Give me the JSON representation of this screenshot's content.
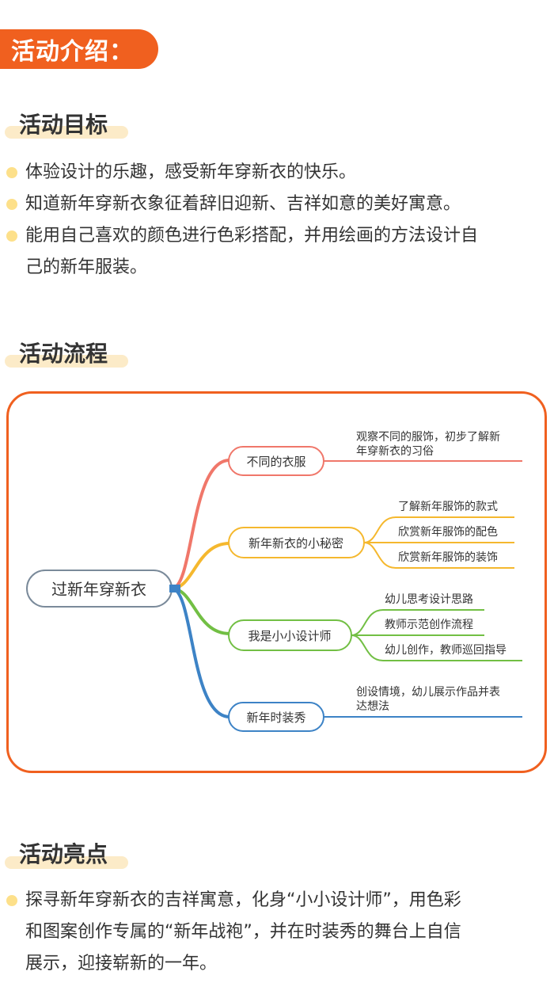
{
  "main_badge": "活动介绍：",
  "goals": {
    "title": "活动目标",
    "items": [
      "体验设计的乐趣，感受新年穿新衣的快乐。",
      "知道新年穿新衣象征着辞旧迎新、吉祥如意的美好寓意。",
      "能用自己喜欢的颜色进行色彩搭配，并用绘画的方法设计自",
      "己的新年服装。"
    ]
  },
  "process": {
    "title": "活动流程",
    "root": "过新年穿新衣",
    "branches": [
      {
        "label": "不同的衣服",
        "color": "#f0776a",
        "leaves": [
          "观察不同的服饰，初步了解新",
          "年穿新衣的习俗"
        ]
      },
      {
        "label": "新年新衣的小秘密",
        "color": "#f5b82e",
        "leaves": [
          "了解新年服饰的款式",
          "欣赏新年服饰的配色",
          "欣赏新年服饰的装饰"
        ]
      },
      {
        "label": "我是小小设计师",
        "color": "#72bf44",
        "leaves": [
          "幼儿思考设计思路",
          "教师示范创作流程",
          "幼儿创作，教师巡回指导"
        ]
      },
      {
        "label": "新年时装秀",
        "color": "#3d83c6",
        "leaves": [
          "创设情境，幼儿展示作品并表",
          "达想法"
        ]
      }
    ]
  },
  "highlights": {
    "title": "活动亮点",
    "lines": [
      "探寻新年穿新衣的吉祥寓意，化身“小小设计师”，用色彩",
      "和图案创作专属的“新年战袍”，并在时装秀的舞台上自信",
      "展示，迎接崭新的一年。"
    ]
  }
}
